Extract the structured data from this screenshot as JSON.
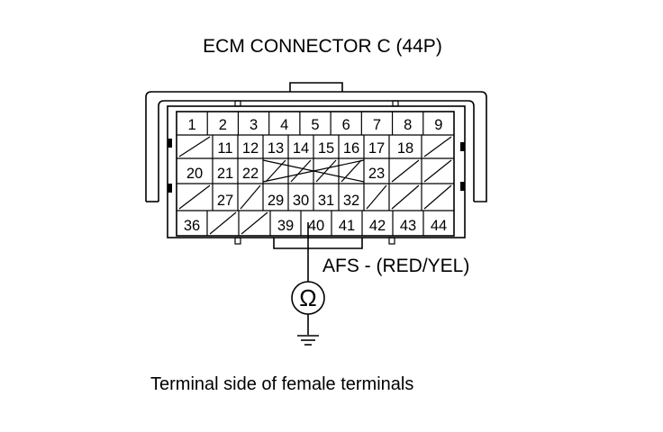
{
  "title": "ECM CONNECTOR C (44P)",
  "probe_label": "AFS -  (RED/YEL)",
  "meter_symbol": "Ω",
  "caption": "Terminal side of female terminals",
  "rows": [
    [
      "1",
      "2",
      "3",
      "4",
      "5",
      "6",
      "7",
      "8",
      "9"
    ],
    [
      "",
      "11",
      "12",
      "13",
      "14",
      "15",
      "16",
      "17",
      "18",
      ""
    ],
    [
      "20",
      "21",
      "22",
      "",
      "",
      "",
      "",
      "23",
      "",
      ""
    ],
    [
      "",
      "27",
      "",
      "29",
      "30",
      "31",
      "32",
      "",
      "",
      ""
    ],
    [
      "36",
      "",
      "",
      "39",
      "40",
      "41",
      "42",
      "43",
      "44"
    ]
  ],
  "probed_terminal": "40",
  "colors": {
    "line": "#000000",
    "background": "#ffffff"
  }
}
